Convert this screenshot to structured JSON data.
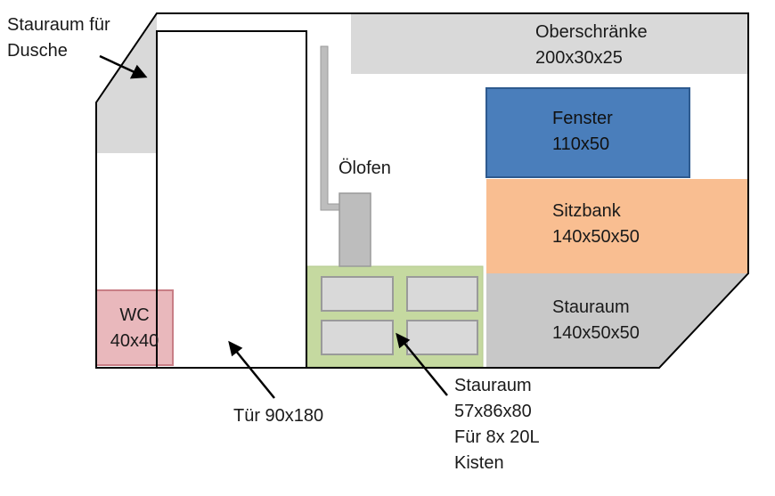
{
  "labels": {
    "shower_storage": {
      "line1": "Stauraum für",
      "line2": "Dusche"
    },
    "upper_cabinets": {
      "line1": "Oberschränke",
      "line2": "200x30x25"
    },
    "window": {
      "line1": "Fenster",
      "line2": "110x50"
    },
    "stove": "Ölofen",
    "bench": {
      "line1": "Sitzbank",
      "line2": "140x50x50"
    },
    "storage_right": {
      "line1": "Stauraum",
      "line2": "140x50x50"
    },
    "wc": {
      "line1": "WC",
      "line2": "40x40"
    },
    "door": "Tür 90x180",
    "storage_crates": {
      "line1": "Stauraum",
      "line2": "57x86x80",
      "line3": "Für 8x 20L",
      "line4": "Kisten"
    }
  },
  "colors": {
    "outline": "#000000",
    "gray_area": "#d9d9d9",
    "window": "#4a7ebb",
    "window_border": "#2e5a8f",
    "bench": "#f9be91",
    "storage_right": "#c8c8c8",
    "wc": "#e9b8bc",
    "wc_border": "#c87e86",
    "crate_area": "#c5d9a0",
    "crate": "#d9d9d9",
    "crate_border": "#9a9a9a",
    "stove": "#bdbdbd",
    "stove_border": "#9a9a9a"
  }
}
